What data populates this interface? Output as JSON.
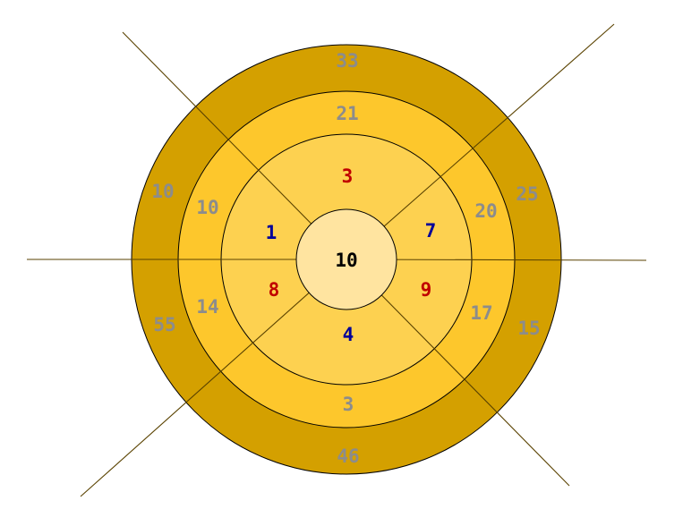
{
  "colors": {
    "outer_ring": "#D4A000",
    "middle_ring": "#FDC72C",
    "inner_ring": "#FDD150",
    "center": "#FFE4A0",
    "line": "#5A4200",
    "gray_text": "#8C8C8C",
    "red_text": "#C00000",
    "blue_text": "#000099",
    "black_text": "#000000"
  },
  "center": {
    "value": "10"
  },
  "inner_ring": {
    "top": "3",
    "upper_left": "1",
    "upper_right": "7",
    "lower_left": "8",
    "lower_right": "9",
    "bottom": "4"
  },
  "middle_ring": {
    "top": "21",
    "upper_left": "10",
    "upper_right": "20",
    "lower_left": "14",
    "lower_right": "17",
    "bottom": "3"
  },
  "outer_ring": {
    "top": "33",
    "upper_left": "10",
    "upper_right": "25",
    "lower_left": "55",
    "lower_right": "15",
    "bottom": "46"
  }
}
